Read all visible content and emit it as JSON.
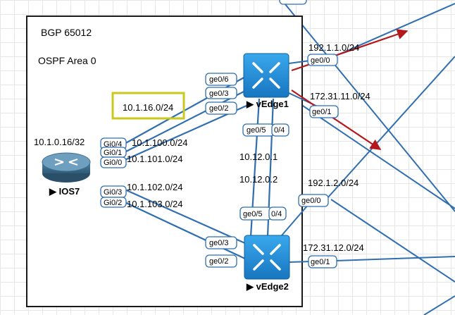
{
  "bgp_label": "BGP 65012",
  "ospf_label": "OSPF Area 0",
  "devices": {
    "ios7": "IOS7",
    "vedge1": "vEdge1",
    "vedge2": "vEdge2"
  },
  "networks": {
    "ios7_loopback": "10.1.0.16/32",
    "highlighted": "10.1.16.0/24",
    "n100": "10.1.100.0/24",
    "n101": "10.1.101.0/24",
    "n102": "10.1.102.0/24",
    "n103": "10.1.103.0/24",
    "vedge1_sys": "10.12.0.1",
    "vedge2_sys": "10.12.0.2",
    "vedge1_wan1": "192.1.1.0/24",
    "vedge1_wan2": "172.31.11.0/24",
    "vedge2_wan1": "192.1.2.0/24",
    "vedge2_wan2": "172.31.12.0/24"
  },
  "ports": {
    "ios7_gi04": "Gi0/4",
    "ios7_gi01": "Gi0/1",
    "ios7_gi00": "Gi0/0",
    "ios7_gi03": "Gi0/3",
    "ios7_gi02": "Gi0/2",
    "ve1_ge06": "ge0/6",
    "ve1_ge03": "ge0/3",
    "ve1_ge02": "ge0/2",
    "ve1_ge05": "ge0/5",
    "ve1_ge04": "0/4",
    "ve1_ge00": "ge0/0",
    "ve1_ge01": "ge0/1",
    "ve2_ge05": "ge0/5",
    "ve2_ge04": "0/4",
    "ve2_ge03": "ge0/3",
    "ve2_ge02": "ge0/2",
    "ve2_ge00": "ge0/0",
    "ve2_ge01": "ge0/1"
  },
  "colors": {
    "link": "#2f6fb0",
    "arrow": "#b3191c",
    "highlight_box": "#c8c81e",
    "vedge_fill": "#1a8fd6"
  }
}
